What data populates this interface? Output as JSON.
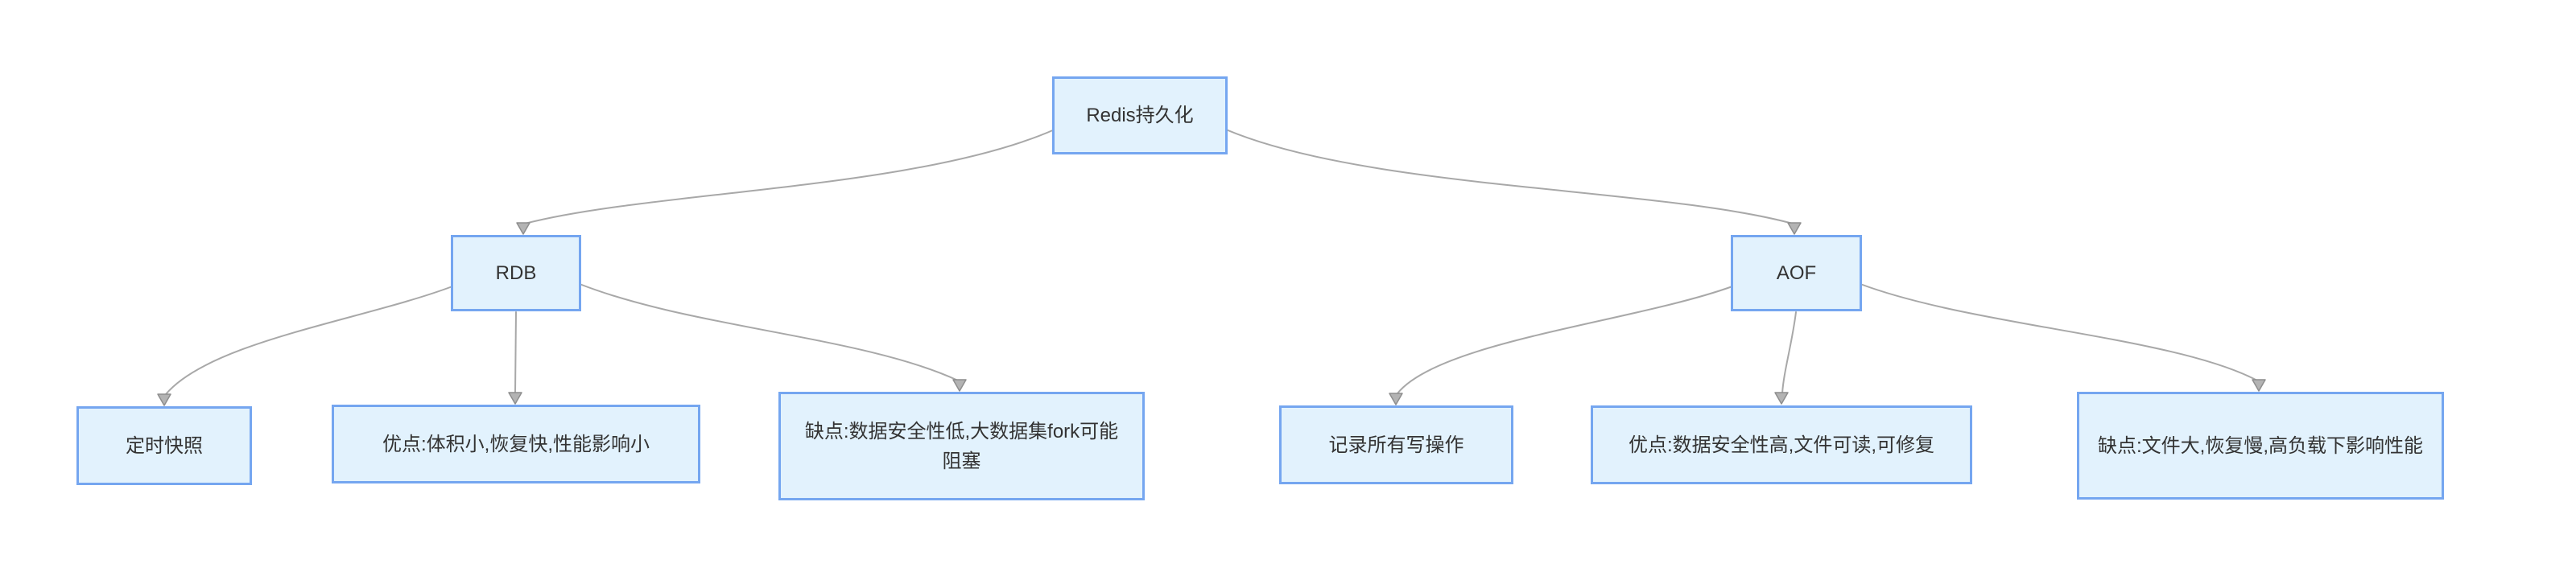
{
  "diagram": {
    "title": "Redis持久化",
    "type": "tree",
    "nodes": {
      "root": {
        "label": "Redis持久化"
      },
      "rdb": {
        "label": "RDB"
      },
      "aof": {
        "label": "AOF"
      },
      "rdb_snapshot": {
        "label": "定时快照"
      },
      "rdb_pros": {
        "label": "优点:体积小,恢复快,性能影响小"
      },
      "rdb_cons": {
        "label": "缺点:数据安全性低,大数据集fork可能阻塞"
      },
      "aof_log": {
        "label": "记录所有写操作"
      },
      "aof_pros": {
        "label": "优点:数据安全性高,文件可读,可修复"
      },
      "aof_cons": {
        "label": "缺点:文件大,恢复慢,高负载下影响性能"
      }
    },
    "edges": [
      {
        "from": "root",
        "to": "rdb"
      },
      {
        "from": "root",
        "to": "aof"
      },
      {
        "from": "rdb",
        "to": "rdb_snapshot"
      },
      {
        "from": "rdb",
        "to": "rdb_pros"
      },
      {
        "from": "rdb",
        "to": "rdb_cons"
      },
      {
        "from": "aof",
        "to": "aof_log"
      },
      {
        "from": "aof",
        "to": "aof_pros"
      },
      {
        "from": "aof",
        "to": "aof_cons"
      }
    ],
    "colors": {
      "node_fill": "#e2f2fd",
      "node_border": "#75a6f0",
      "edge": "#a8a8a8",
      "arrow_fill": "#b3b3b3",
      "arrow_stroke": "#8e8e8e",
      "text": "#333333",
      "background": "#ffffff"
    }
  }
}
